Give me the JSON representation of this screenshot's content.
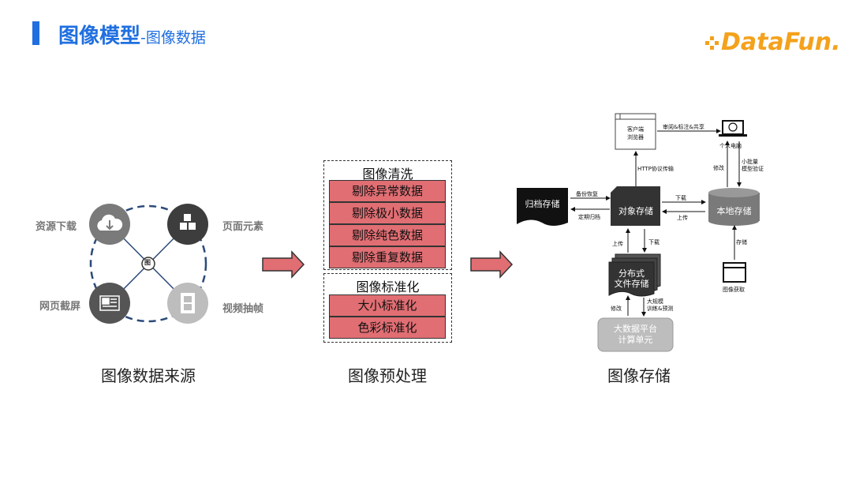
{
  "header": {
    "title_main": "图像模型",
    "title_sub": "-图像数据",
    "logo_text": "DataFun."
  },
  "sources": {
    "caption": "图像数据来源",
    "nodes": [
      "资源下载",
      "页面元素",
      "网页截屏",
      "视频抽帧"
    ],
    "center_icon": "图"
  },
  "preprocess": {
    "caption": "图像预处理",
    "clean_title": "图像清洗",
    "clean_items": [
      "剔除异常数据",
      "剔除极小数据",
      "剔除纯色数据",
      "剔除重复数据"
    ],
    "std_title": "图像标准化",
    "std_items": [
      "大小标准化",
      "色彩标准化"
    ]
  },
  "storage": {
    "caption": "图像存储",
    "client": "客户端\n浏览器",
    "pc": "个人电脑",
    "archive": "归档存储",
    "object": "对象存储",
    "local": "本地存储",
    "dfs": "分布式\n文件存储",
    "bigdata": "大数据平台\n计算单元",
    "acquire": "图像获取",
    "labels": {
      "review": "审阅&标注&共享",
      "http": "HTTP协议传输",
      "modify_pc": "修改",
      "small_batch": "小批量\n模型验证",
      "backup": "备份恢复",
      "archive_periodic": "定期归档",
      "download_local": "下载",
      "upload_local": "上传",
      "upload_dfs": "上传",
      "download_dfs": "下载",
      "store": "存储",
      "modify_bd": "修改",
      "train": "大规模\n训练&预测"
    }
  },
  "colors": {
    "accent": "#1f6fe0",
    "logo": "#f4a11b",
    "pink": "#e06e73",
    "dark_node": "#3d3d3d",
    "gray_node": "#7a7a7a",
    "light_node": "#bdbdbd",
    "circle_dash": "#2c4a7a"
  }
}
